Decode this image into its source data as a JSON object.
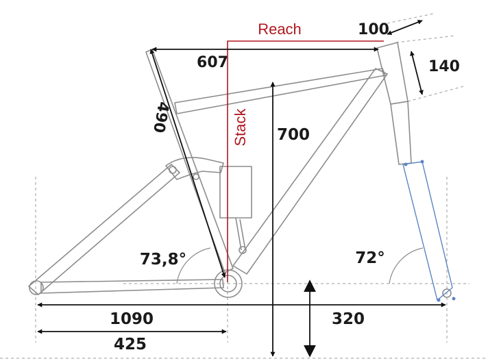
{
  "colors": {
    "frame": "#8c8c8c",
    "dimension": "#111111",
    "accent": "#b01820",
    "fork": "#5b84c4",
    "guide": "#9a9a9a"
  },
  "labels": {
    "reach": "Reach",
    "stack": "Stack",
    "reach_value": "607",
    "stack_value": "700",
    "head_tube_length": "100",
    "head_tube_height": "140",
    "seat_tube": "490",
    "seat_angle": "73,8°",
    "head_angle": "72°",
    "wheelbase": "1090",
    "chainstay": "425",
    "front_center": "320"
  }
}
